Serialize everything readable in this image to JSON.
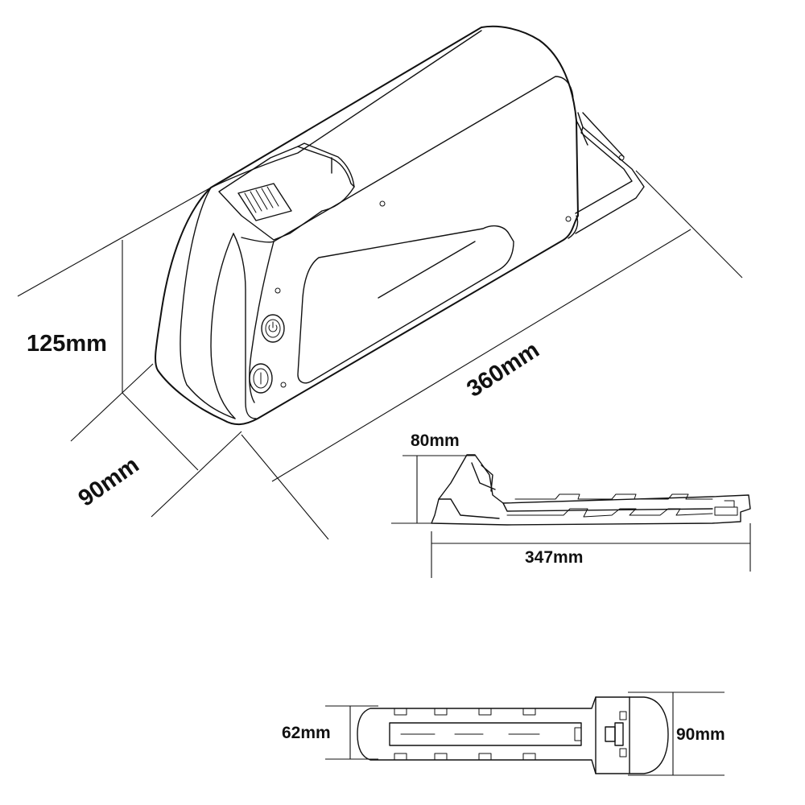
{
  "dimensions": {
    "battery_height": "125mm",
    "battery_width": "90mm",
    "battery_length": "360mm",
    "mount_height": "80mm",
    "mount_length": "347mm",
    "bottom_width": "62mm",
    "bottom_end_width": "90mm"
  },
  "colors": {
    "line": "#111111",
    "background": "#ffffff"
  }
}
